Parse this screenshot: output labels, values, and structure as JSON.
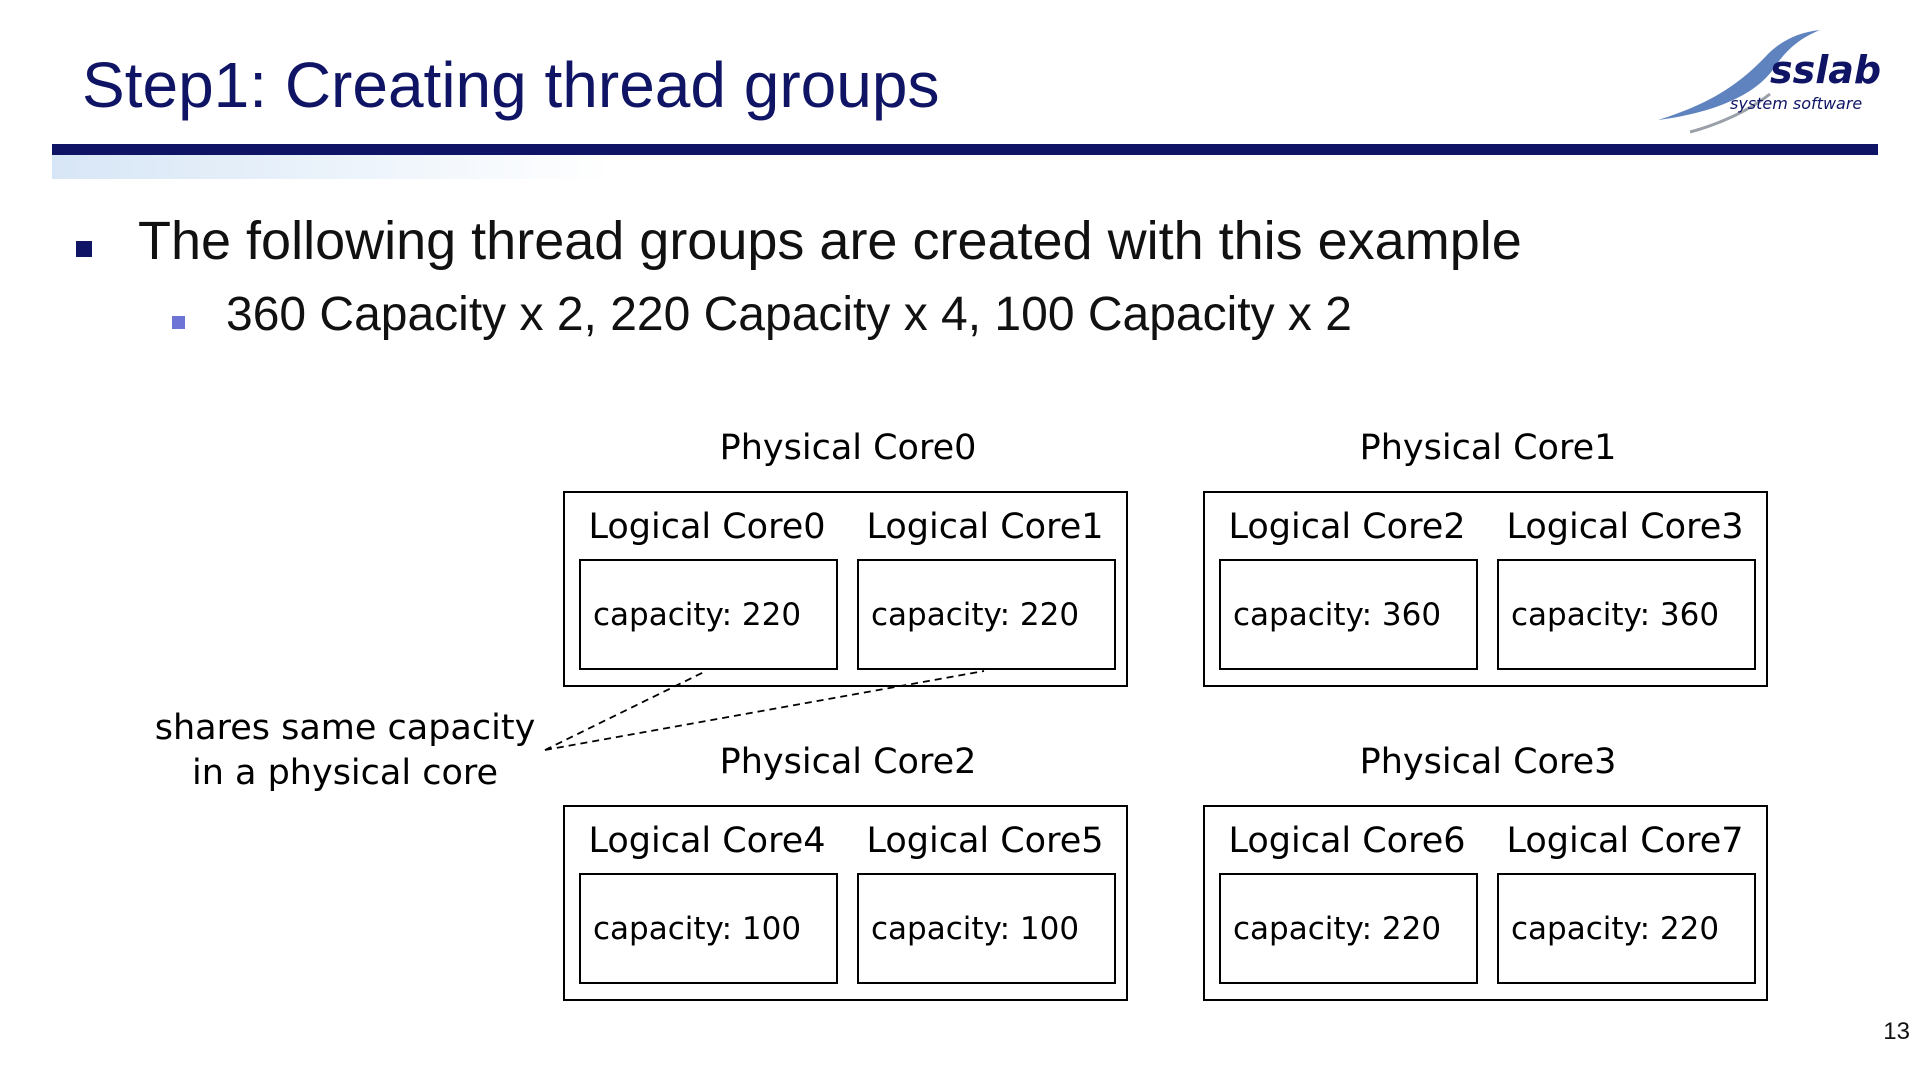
{
  "slide": {
    "title": "Step1: Creating thread groups",
    "page_number": "13"
  },
  "logo": {
    "main": "sslab",
    "sub": "system software"
  },
  "bullets": {
    "level1": "The following thread groups are created with this example",
    "level2": "360 Capacity x 2,  220 Capacity x 4,  100 Capacity x 2"
  },
  "diagram": {
    "physical_cores": [
      {
        "label": "Physical Core0",
        "logical_cores": [
          {
            "label": "Logical Core0",
            "capacity": "capacity: 220"
          },
          {
            "label": "Logical Core1",
            "capacity": "capacity: 220"
          }
        ]
      },
      {
        "label": "Physical Core1",
        "logical_cores": [
          {
            "label": "Logical Core2",
            "capacity": "capacity: 360"
          },
          {
            "label": "Logical Core3",
            "capacity": "capacity: 360"
          }
        ]
      },
      {
        "label": "Physical Core2",
        "logical_cores": [
          {
            "label": "Logical Core4",
            "capacity": "capacity: 100"
          },
          {
            "label": "Logical Core5",
            "capacity": "capacity: 100"
          }
        ]
      },
      {
        "label": "Physical Core3",
        "logical_cores": [
          {
            "label": "Logical Core6",
            "capacity": "capacity: 220"
          },
          {
            "label": "Logical Core7",
            "capacity": "capacity: 220"
          }
        ]
      }
    ],
    "note": {
      "line1": "shares same capacity",
      "line2": "in a physical core"
    }
  }
}
